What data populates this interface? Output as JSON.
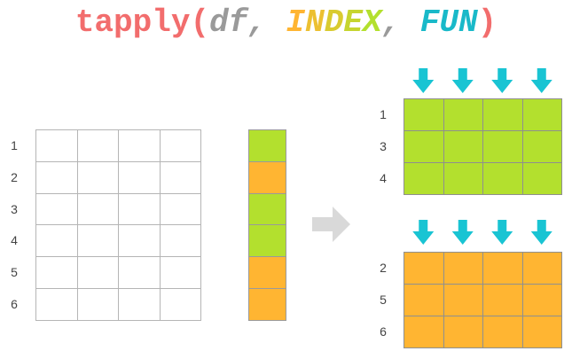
{
  "title": {
    "fn": "tapply",
    "open": "(",
    "arg1": "df",
    "comma1": ", ",
    "arg2": "INDEX",
    "comma2": ", ",
    "arg3": "FUN",
    "close": ")"
  },
  "colors": {
    "green": "#b3e02e",
    "orange": "#ffb532",
    "cyan": "#19c4d3",
    "arrow_gray": "#d9d9d9",
    "index_gradient": [
      "#ffb532",
      "#b3e02e"
    ]
  },
  "input_table": {
    "row_labels": [
      "1",
      "2",
      "3",
      "4",
      "5",
      "6"
    ],
    "columns": 4
  },
  "index_vector": {
    "groups": [
      "green",
      "orange",
      "green",
      "green",
      "orange",
      "orange"
    ]
  },
  "output_groups": [
    {
      "color": "green",
      "row_labels": [
        "1",
        "3",
        "4"
      ],
      "columns": 4
    },
    {
      "color": "orange",
      "row_labels": [
        "2",
        "5",
        "6"
      ],
      "columns": 4
    }
  ],
  "icons": {
    "down_arrow": "arrow-down-icon",
    "right_arrow": "arrow-right-icon"
  }
}
